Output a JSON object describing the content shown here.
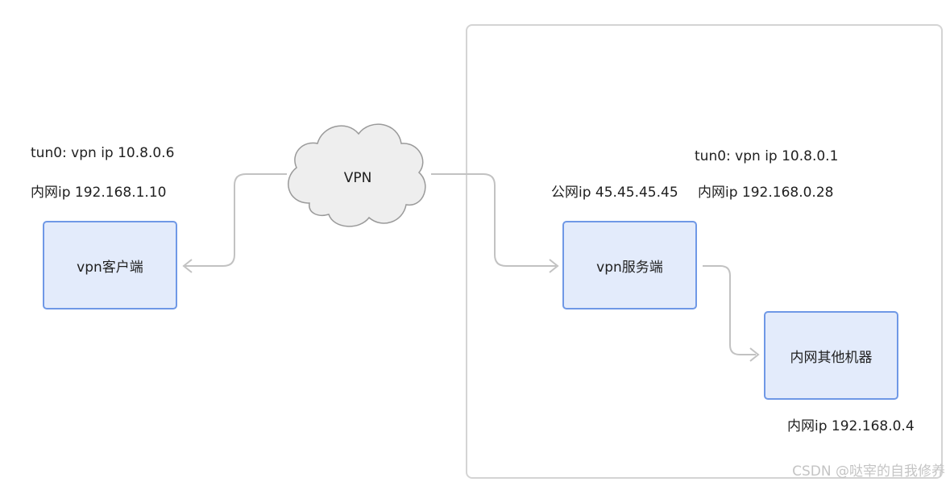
{
  "nodes": {
    "client": {
      "label": "vpn客户端"
    },
    "server": {
      "label": "vpn服务端"
    },
    "internal": {
      "label": "内网其他机器"
    },
    "cloud": {
      "label": "VPN"
    }
  },
  "annotations": {
    "client_tun": "tun0: vpn ip 10.8.0.6",
    "client_lan": "内网ip 192.168.1.10",
    "server_tun": "tun0: vpn ip 10.8.0.1",
    "server_public": "公网ip 45.45.45.45",
    "server_lan": "内网ip 192.168.0.28",
    "internal_lan": "内网ip 192.168.0.4"
  },
  "watermark": "CSDN @哒宰的自我修养",
  "colors": {
    "node_fill": "#e3ebfb",
    "node_border": "#6f98e6",
    "edge": "#c2c2c2",
    "cloud_fill": "#eeeeee",
    "cloud_stroke": "#9a9a9a",
    "frame": "#d4d4d4"
  }
}
